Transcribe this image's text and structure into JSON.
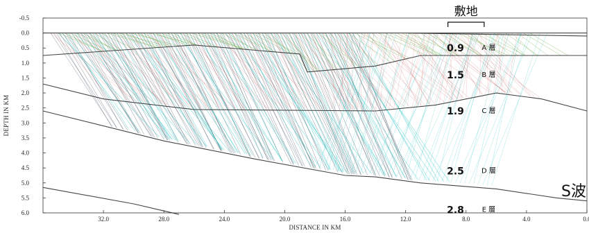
{
  "y_axis": {
    "label": "DEPTH IN KM",
    "ticks": [
      "-0.5",
      "0.0",
      "0.5",
      "1.0",
      "1.5",
      "2.0",
      "2.5",
      "3.0",
      "3.5",
      "4.0",
      "4.5",
      "5.0",
      "5.5",
      "6.0"
    ],
    "range": [
      -0.5,
      6.0
    ]
  },
  "x_axis": {
    "label": "DISTANCE IN KM",
    "ticks": [
      "32.0",
      "28.0",
      "24.0",
      "20.0",
      "16.0",
      "12.0",
      "8.0",
      "4.0",
      "0.0"
    ],
    "range": [
      36.0,
      0.0
    ],
    "reversed": true
  },
  "layers": [
    {
      "name": "A 層",
      "velocity": "0.9",
      "depth": 0.5,
      "x_pos": 6.5,
      "vel_x": 8.7
    },
    {
      "name": "B 層",
      "velocity": "1.5",
      "depth": 1.4,
      "x_pos": 6.5,
      "vel_x": 8.7
    },
    {
      "name": "C 層",
      "velocity": "1.9",
      "depth": 2.6,
      "x_pos": 6.5,
      "vel_x": 8.7
    },
    {
      "name": "D 層",
      "velocity": "2.5",
      "depth": 4.6,
      "x_pos": 6.5,
      "vel_x": 8.7
    },
    {
      "name": "E 層",
      "velocity": "2.8",
      "depth": 5.9,
      "x_pos": 6.5,
      "vel_x": 8.7
    }
  ],
  "site_label": "敷地",
  "wave_label": "S波",
  "colors": {
    "green": "#5aa832",
    "red": "#c44a4a",
    "cyan": "#34c7c7",
    "dark": "#2a3a4a",
    "boundary": "#444444"
  },
  "boundaries": [
    [
      [
        36,
        0.0
      ],
      [
        0,
        0.0
      ]
    ],
    [
      [
        36,
        0.75
      ],
      [
        26,
        0.4
      ],
      [
        19,
        0.7
      ],
      [
        18.5,
        1.3
      ],
      [
        14,
        1.1
      ],
      [
        11,
        0.75
      ],
      [
        6,
        0.75
      ],
      [
        0,
        0.75
      ]
    ],
    [
      [
        36,
        1.7
      ],
      [
        32,
        2.2
      ],
      [
        26,
        2.55
      ],
      [
        14,
        2.6
      ],
      [
        10,
        2.4
      ],
      [
        6,
        2.0
      ],
      [
        3,
        2.2
      ],
      [
        0,
        2.6
      ]
    ],
    [
      [
        36,
        2.6
      ],
      [
        28,
        3.6
      ],
      [
        22,
        4.2
      ],
      [
        16,
        4.75
      ],
      [
        14,
        4.8
      ],
      [
        11,
        5.0
      ],
      [
        6,
        5.2
      ],
      [
        2,
        5.5
      ],
      [
        0,
        5.6
      ]
    ],
    [
      [
        36,
        5.15
      ],
      [
        30,
        5.7
      ],
      [
        27,
        6.05
      ]
    ],
    [
      [
        12,
        0.0
      ],
      [
        0,
        0.1
      ]
    ]
  ]
}
